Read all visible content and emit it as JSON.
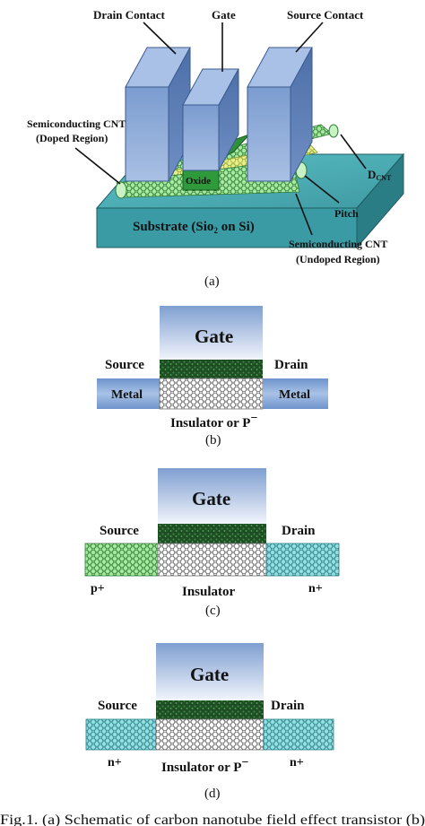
{
  "panel_a": {
    "drain_contact": "Drain Contact",
    "gate": "Gate",
    "source_contact": "Source Contact",
    "cnt_doped_line1": "Semiconducting CNT",
    "cnt_doped_line2": "(Doped Region)",
    "oxide": "Oxide",
    "d_cnt_main": "D",
    "d_cnt_sub": "CNT",
    "pitch": "Pitch",
    "substrate": "Substrate (Sio",
    "substrate_sub": "2",
    "substrate_end": " on Si)",
    "cnt_undoped_line1": "Semiconducting CNT",
    "cnt_undoped_line2": "(Undoped Region)",
    "caption": "(a)"
  },
  "panel_b": {
    "gate": "Gate",
    "source": "Source",
    "drain": "Drain",
    "metal_left": "Metal",
    "metal_right": "Metal",
    "insulator": "Insulator or P",
    "insulator_sup": "−",
    "caption": "(b)"
  },
  "panel_c": {
    "gate": "Gate",
    "source": "Source",
    "drain": "Drain",
    "p_plus": "p+",
    "n_plus": "n+",
    "insulator": "Insulator",
    "caption": "(c)"
  },
  "panel_d": {
    "gate": "Gate",
    "source": "Source",
    "drain": "Drain",
    "n_plus_left": "n+",
    "n_plus_right": "n+",
    "insulator": "Insulator or P",
    "insulator_sup": "−",
    "caption": "(d)"
  },
  "figure_caption": "Fig.1. (a) Schematic of carbon nanotube field effect transistor (b)",
  "colors": {
    "gate_top": "#7f9fd1",
    "gate_bottom": "#eef2fb",
    "oxide_dark": "#1d4d22",
    "metal": "#8fb0dc",
    "p_green": "#9fe39a",
    "n_cyan": "#8fdde0",
    "substrate": "#3d9fa8"
  }
}
